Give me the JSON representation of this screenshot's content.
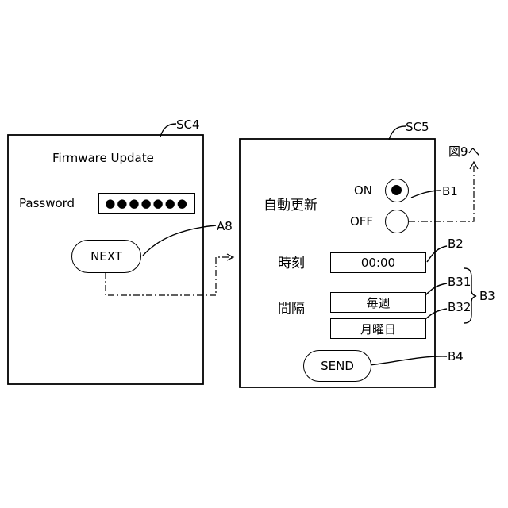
{
  "refs": {
    "sc4": "SC4",
    "sc5": "SC5",
    "a8": "A8",
    "b1": "B1",
    "b2": "B2",
    "b3": "B3",
    "b31": "B31",
    "b32": "B32",
    "b4": "B4",
    "fig9": "図9へ"
  },
  "sc4": {
    "title": "Firmware Update",
    "password_label": "Password",
    "password_value": "●●●●●●●",
    "next_label": "NEXT"
  },
  "sc5": {
    "auto_update_label": "自動更新",
    "on_label": "ON",
    "off_label": "OFF",
    "on_selected": true,
    "time_label": "時刻",
    "time_value": "00:00",
    "interval_label": "間隔",
    "interval_value_1": "毎週",
    "interval_value_2": "月曜日",
    "send_label": "SEND"
  }
}
